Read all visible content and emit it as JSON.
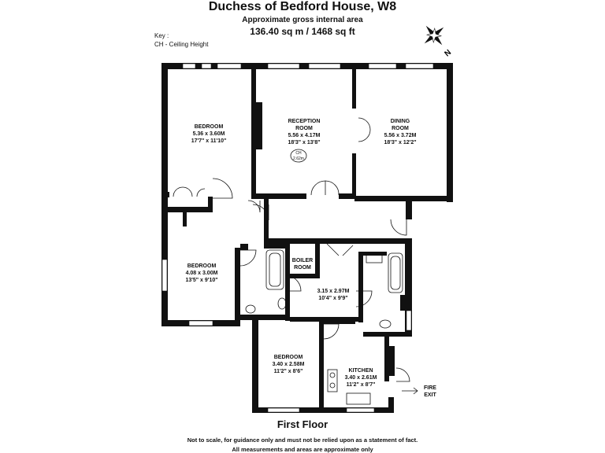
{
  "header": {
    "title": "Duchess of Bedford House, W8",
    "subtitle": "Approximate gross internal area",
    "area": "136.40 sq m /  1468 sq ft"
  },
  "key": {
    "heading": "Key :",
    "entry": "CH - Ceiling Height"
  },
  "compass": {
    "label": "N",
    "icon": "compass-rose-icon"
  },
  "rooms": {
    "bedroom1": {
      "name": "BEDROOM",
      "metric": "5.36 x 3.60M",
      "imperial": "17'7\" x 11'10\""
    },
    "reception": {
      "name1": "RECEPTION",
      "name2": "ROOM",
      "metric": "5.56 x 4.17M",
      "imperial": "18'3\" x 13'8\""
    },
    "ceiling": {
      "label": "CH",
      "value": "2.62m"
    },
    "dining": {
      "name1": "DINING",
      "name2": "ROOM",
      "metric": "5.56 x 3.72M",
      "imperial": "18'3\" x 12'2\""
    },
    "bedroom2": {
      "name": "BEDROOM",
      "metric": "4.08 x 3.00M",
      "imperial": "13'5\" x 9'10\""
    },
    "boiler": {
      "name1": "BOILER",
      "name2": "ROOM"
    },
    "room6": {
      "metric": "3.15 x 2.97M",
      "imperial": "10'4\" x 9'9\""
    },
    "bedroom3": {
      "name": "BEDROOM",
      "metric": "3.40 x 2.58M",
      "imperial": "11'2\" x 8'6\""
    },
    "kitchen": {
      "name": "KITCHEN",
      "metric": "3.40 x 2.61M",
      "imperial": "11'2\" x 8'7\""
    },
    "fire_exit": {
      "line1": "FIRE",
      "line2": "EXIT"
    }
  },
  "floor_label": "First Floor",
  "footer": {
    "line1": "Not to scale, for guidance only and must not be relied upon as a statement of fact.",
    "line2": "All measurements and areas are approximate only"
  }
}
